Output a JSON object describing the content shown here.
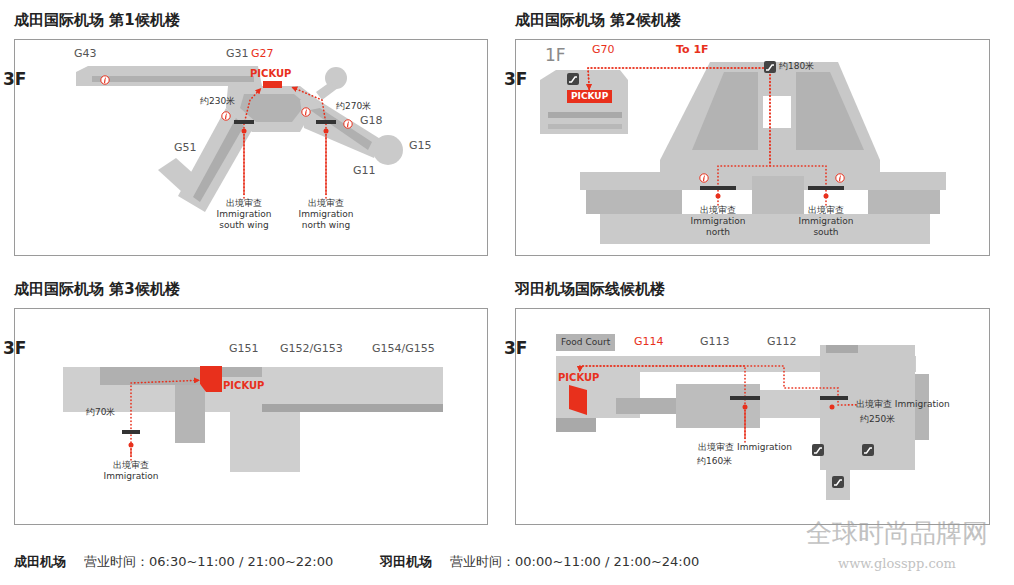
{
  "diagram": {
    "nodes": [
      {
        "text": [
          "成田国际机场 第1候机楼",
          "3F"
        ]
      },
      {
        "text": [
          "PICKUP"
        ],
        "in": 0
      },
      {
        "text": [
          "出境审查 Immigration south wing"
        ],
        "in": 0
      },
      {
        "text": [
          "出境审查 Immigration north wing"
        ],
        "in": 0
      },
      {
        "text": [
          "成田国际机场 第2候机楼",
          "3F"
        ]
      },
      {
        "text": [
          "PICKUP"
        ],
        "in": 4
      },
      {
        "text": [
          "出境审查 Immigration north"
        ],
        "in": 4
      },
      {
        "text": [
          "出境审查 Immigration south"
        ],
        "in": 4
      },
      {
        "text": [
          "成田国际机场 第3候机楼",
          "3F"
        ]
      },
      {
        "text": [
          "PICKUP"
        ],
        "in": 8
      },
      {
        "text": [
          "出境审查 Immigration"
        ],
        "in": 8
      },
      {
        "text": [
          "羽田机场国际线候机楼",
          "3F"
        ]
      },
      {
        "text": [
          "Food Court"
        ],
        "in": 11
      },
      {
        "text": [
          "PICKUP"
        ],
        "in": 11
      },
      {
        "text": [
          "出境审查 Immigration"
        ],
        "in": 11
      },
      {
        "text": [
          "出境审查 Immigration"
        ],
        "in": 11
      }
    ],
    "edges": [
      {
        "from": 2,
        "to": 1,
        "label": "约230米",
        "arrow": "to"
      },
      {
        "from": 3,
        "to": 1,
        "label": "约270米",
        "arrow": "to"
      },
      {
        "from": 6,
        "to": 5,
        "arrow": "to"
      },
      {
        "from": 7,
        "to": 5,
        "arrow": "to"
      },
      {
        "from": 10,
        "to": 9,
        "label": "约70米",
        "arrow": "to"
      },
      {
        "from": 14,
        "to": 13,
        "label": "约160米",
        "arrow": "to"
      },
      {
        "from": 15,
        "to": 13,
        "label": "约250米",
        "arrow": "to"
      }
    ],
    "labels": [
      "G43",
      "G31",
      "G27",
      "G51",
      "G18",
      "G15",
      "G11",
      "1F",
      "G70",
      "To 1F",
      "约180米",
      "G151",
      "G152/G153",
      "G154/G155",
      "G114",
      "G113",
      "G112",
      "成田机场",
      "营业时间：06:30~11:00 / 21:00~22:00",
      "羽田机场",
      "营业时间：00:00~11:00 / 21:00~24:00",
      "全球时尚品牌网",
      "www.glosspp.com"
    ]
  }
}
